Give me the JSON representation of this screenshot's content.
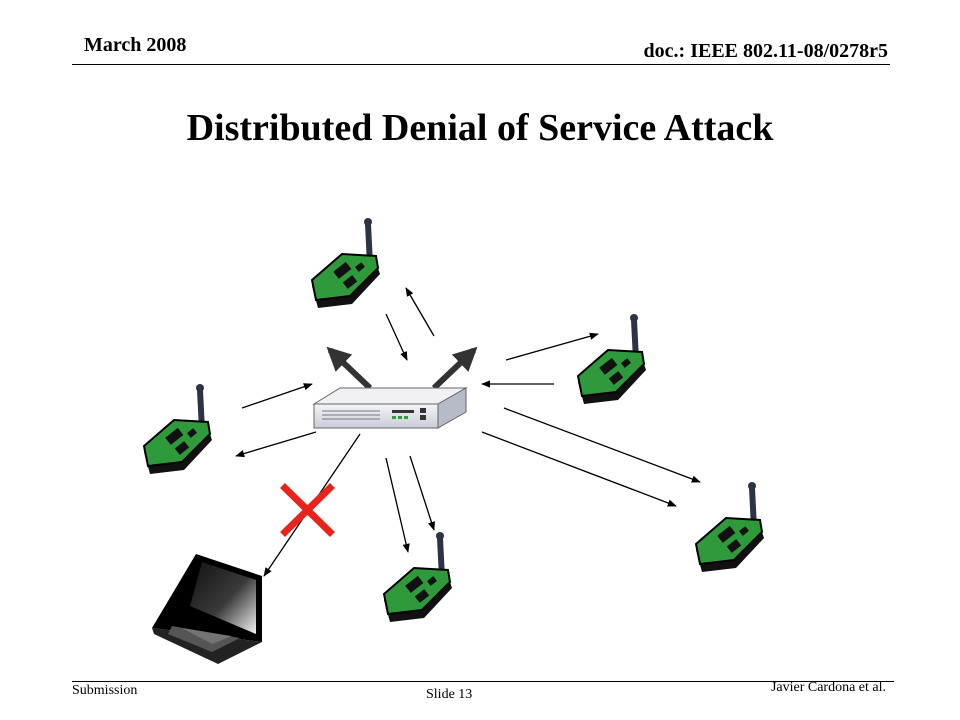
{
  "header": {
    "date": "March 2008",
    "doc_id": "doc.: IEEE 802.11-08/0278r5"
  },
  "title": "Distributed Denial of Service Attack",
  "footer": {
    "submission": "Submission",
    "slide": "Slide 13",
    "author": "Javier Cardona et al."
  },
  "colors": {
    "device_green": "#2e9a3c",
    "device_dark": "#1a1a1a",
    "blocked_red": "#e8231b",
    "router_body": "#e8eaf0"
  },
  "icons": [
    "wireless-device-icon",
    "router-icon",
    "laptop-icon",
    "blocked-x-icon",
    "arrow-icon"
  ]
}
